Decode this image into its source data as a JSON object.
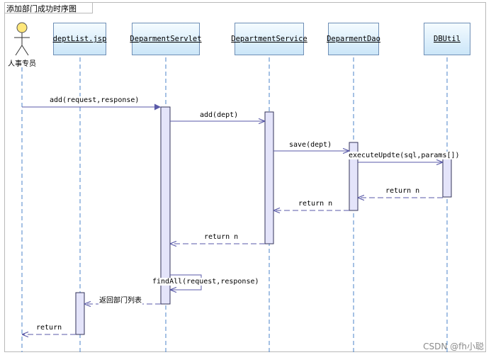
{
  "diagram": {
    "title": "添加部门成功时序图",
    "actor": {
      "label": "人事专员"
    },
    "lifelines": [
      {
        "label": "deptList.jsp"
      },
      {
        "label": "DeparmentServlet"
      },
      {
        "label": "DepartmentService"
      },
      {
        "label": "DeparmentDao"
      },
      {
        "label": "DBUtil"
      }
    ],
    "messages": [
      {
        "label": "add(request,response)"
      },
      {
        "label": "add(dept)"
      },
      {
        "label": "save(dept)"
      },
      {
        "label": "executeUpdte(sql,params[])"
      },
      {
        "label": "return n"
      },
      {
        "label": "return n"
      },
      {
        "label": "return n"
      },
      {
        "label": "findAll(request,response)"
      },
      {
        "label": "返回部门列表"
      },
      {
        "label": "return"
      }
    ]
  },
  "watermark": "CSDN @fh小聪"
}
